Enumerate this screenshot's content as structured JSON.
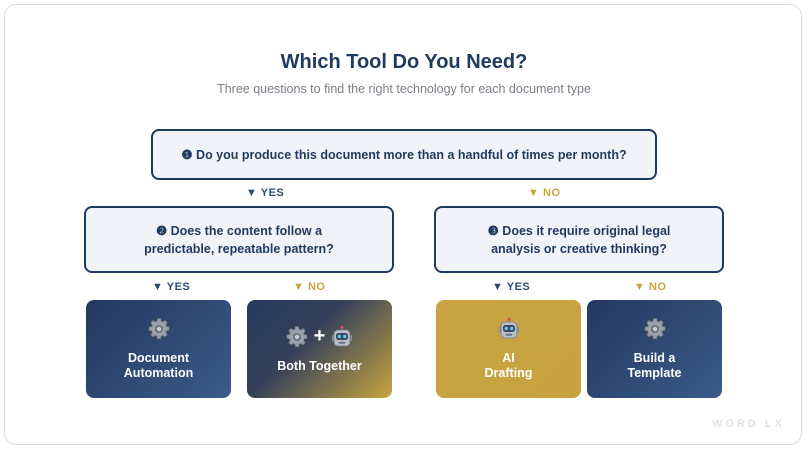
{
  "title": "Which Tool Do You Need?",
  "subtitle": "Three questions to find the right technology for each document type",
  "q1": {
    "text": "❶ Do you produce this document more than a handful of times per month?"
  },
  "q1_yes": "▼ YES",
  "q1_no": "▼ NO",
  "q2a": {
    "text": "❷ Does the content follow a\npredictable, repeatable pattern?"
  },
  "q2b": {
    "text": "❸ Does it require original legal\nanalysis or creative thinking?"
  },
  "q2a_yes": "▼ YES",
  "q2a_no": "▼ NO",
  "q2b_yes": "▼ YES",
  "q2b_no": "▼ NO",
  "results": [
    {
      "label": "Document\nAutomation",
      "icons": [
        "gear-icon"
      ],
      "color": "#2b4570"
    },
    {
      "label": "Both Together",
      "icons": [
        "gear-icon",
        "plus",
        "robot-icon"
      ],
      "color": "#8a7b4a"
    },
    {
      "label": "AI\nDrafting",
      "icons": [
        "robot-icon"
      ],
      "color": "#c9a440"
    },
    {
      "label": "Build a\nTemplate",
      "icons": [
        "gear-icon"
      ],
      "color": "#2b4570"
    }
  ],
  "plus_sign": "+",
  "watermark": "WORD LX",
  "colors": {
    "navy": "#1f3a5f",
    "gold": "#c9a43e",
    "box_bg": "#f0f3f8"
  }
}
